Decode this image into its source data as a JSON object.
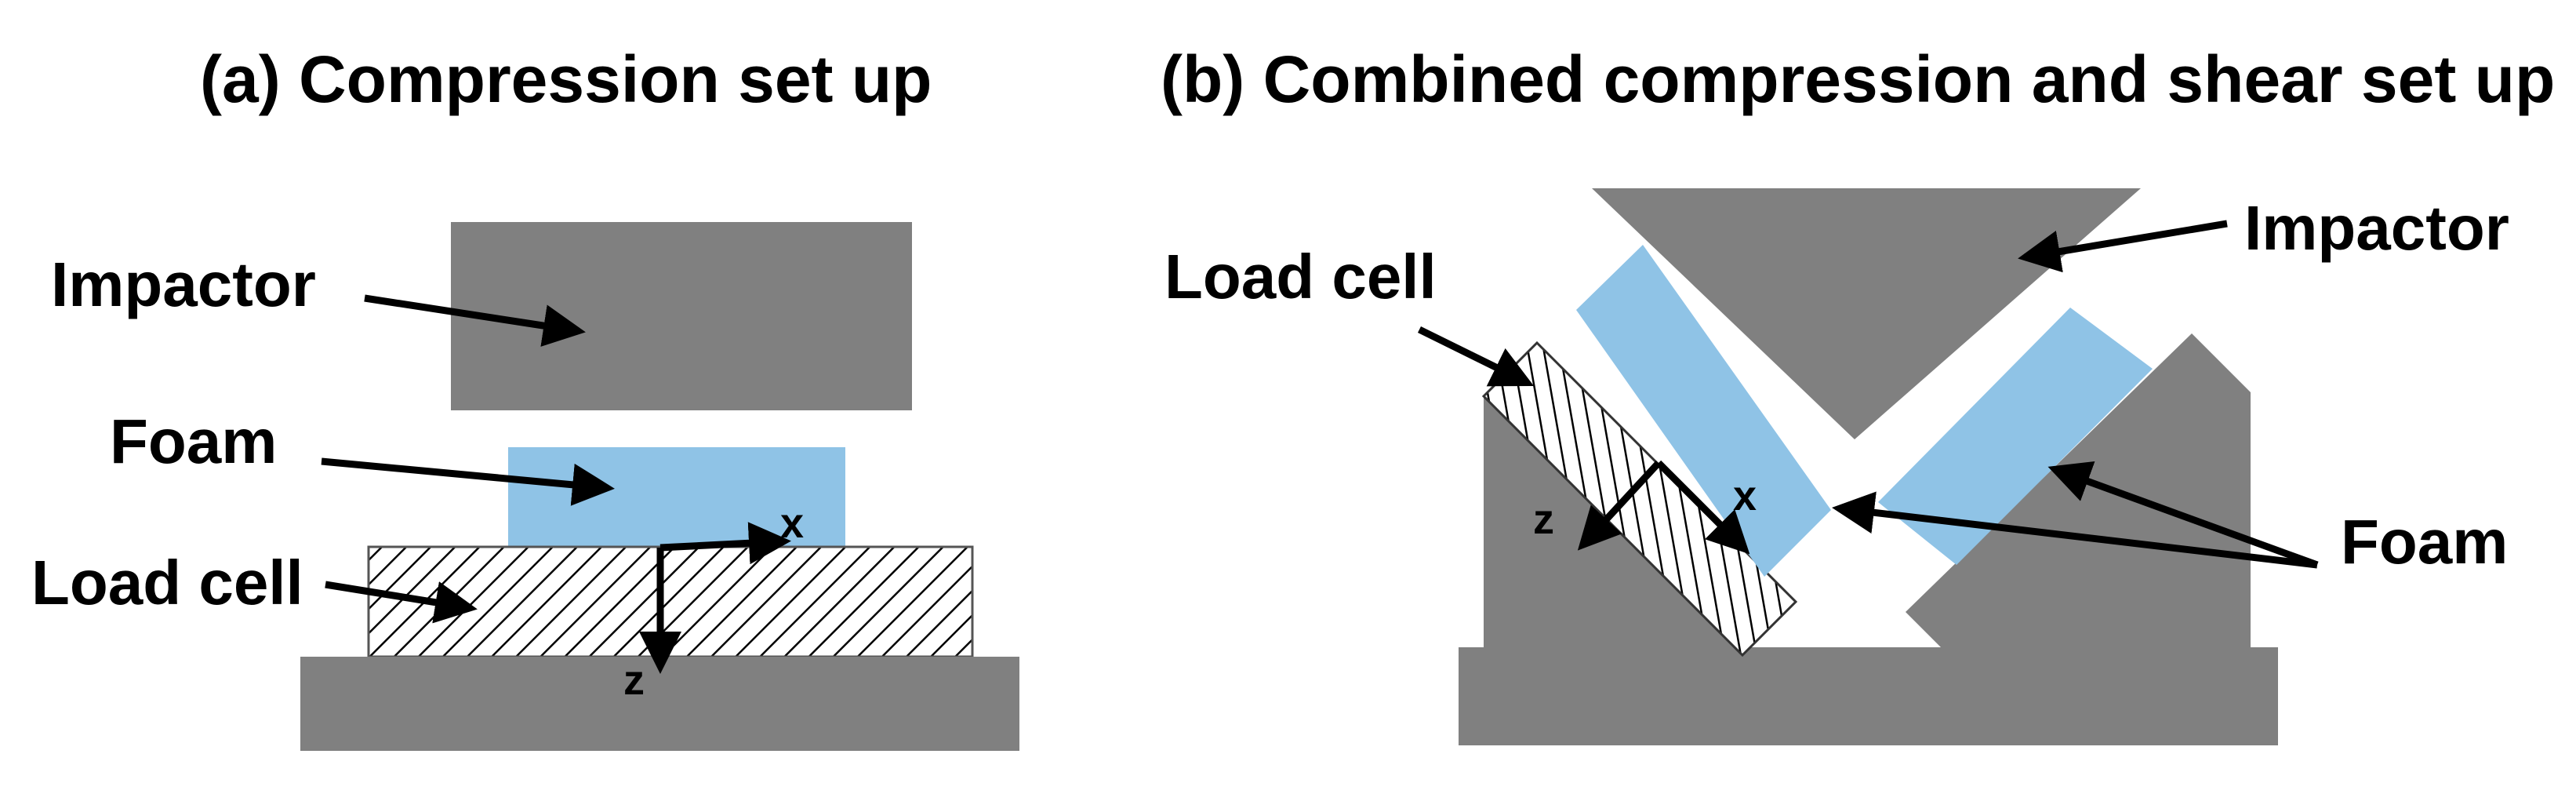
{
  "panel_a": {
    "title": "(a) Compression set up",
    "labels": {
      "impactor": "Impactor",
      "foam": "Foam",
      "load_cell": "Load cell"
    },
    "axes": {
      "x": "x",
      "z": "z"
    }
  },
  "panel_b": {
    "title": "(b) Combined compression and shear set up",
    "labels": {
      "impactor": "Impactor",
      "load_cell": "Load cell",
      "foam": "Foam"
    },
    "axes": {
      "x": "x",
      "z": "z"
    }
  },
  "colors": {
    "steel": "#808080",
    "foam": "#8fc3e6",
    "text": "#000000"
  }
}
